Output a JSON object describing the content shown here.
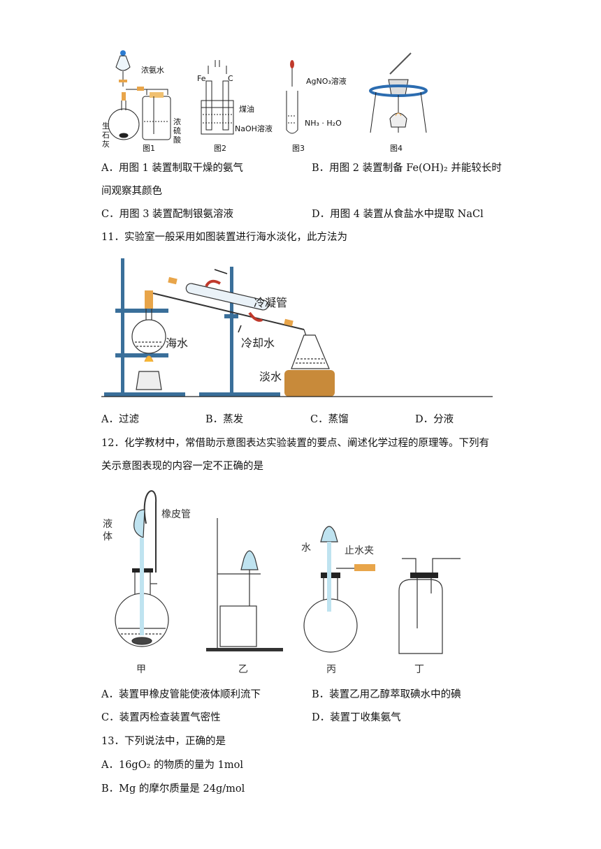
{
  "fig_row1": {
    "labels": {
      "fig1_top": "浓氨水",
      "fig1_left": [
        "生",
        "石",
        "灰"
      ],
      "fig1_right": [
        "浓",
        "硫",
        "酸"
      ],
      "fig2_fe": "Fe",
      "fig2_c": "C",
      "fig2_oil": "煤油",
      "fig2_naoh": "NaOH溶液",
      "fig3_agno3": "AgNO₃溶液",
      "fig3_nh3": "NH₃ · H₂O"
    },
    "captions": [
      "图1",
      "图2",
      "图3",
      "图4"
    ]
  },
  "q10": {
    "optA": "A．用图 1 装置制取干燥的氨气",
    "optB": "B．用图 2 装置制备 Fe(OH)₂ 并能较长时",
    "optB_cont": "间观察其颜色",
    "optC": "C．用图 3 装置配制银氨溶液",
    "optD": "D．用图 4 装置从食盐水中提取 NaCl"
  },
  "q11": {
    "stem": "11．实验室一般采用如图装置进行海水淡化，此方法为",
    "labels": {
      "seawater": "海水",
      "condenser": "冷凝管",
      "coolwater": "冷却水",
      "freshwater": "淡水"
    },
    "options": [
      "A．过滤",
      "B．蒸发",
      "C．蒸馏",
      "D．分液"
    ]
  },
  "q12": {
    "stem_line1": "12．化学教材中，常借助示意图表达实验装置的要点、阐述化学过程的原理等。下列有",
    "stem_line2": "关示意图表现的内容一定不正确的是",
    "labels": {
      "liquid": [
        "液",
        "体"
      ],
      "rubber_tube": "橡皮管",
      "water": "水",
      "clamp": "止水夹",
      "jia": "甲",
      "yi": "乙",
      "bing": "丙",
      "ding": "丁"
    },
    "optA": "A．装置甲橡皮管能使液体顺利流下",
    "optB": "B．装置乙用乙醇萃取碘水中的碘",
    "optC": "C．装置丙检查装置气密性",
    "optD": "D．装置丁收集氨气"
  },
  "q13": {
    "stem": "13．下列说法中，正确的是",
    "optA": "A．16gO₂ 的物质的量为 1mol",
    "optB": "B．Mg 的摩尔质量是 24g/mol"
  },
  "colors": {
    "liquid_blue": "#bfe3f0",
    "stand_blue": "#3a6f9a",
    "cork_orange": "#e8a54a",
    "wood_base": "#c88a3a"
  }
}
